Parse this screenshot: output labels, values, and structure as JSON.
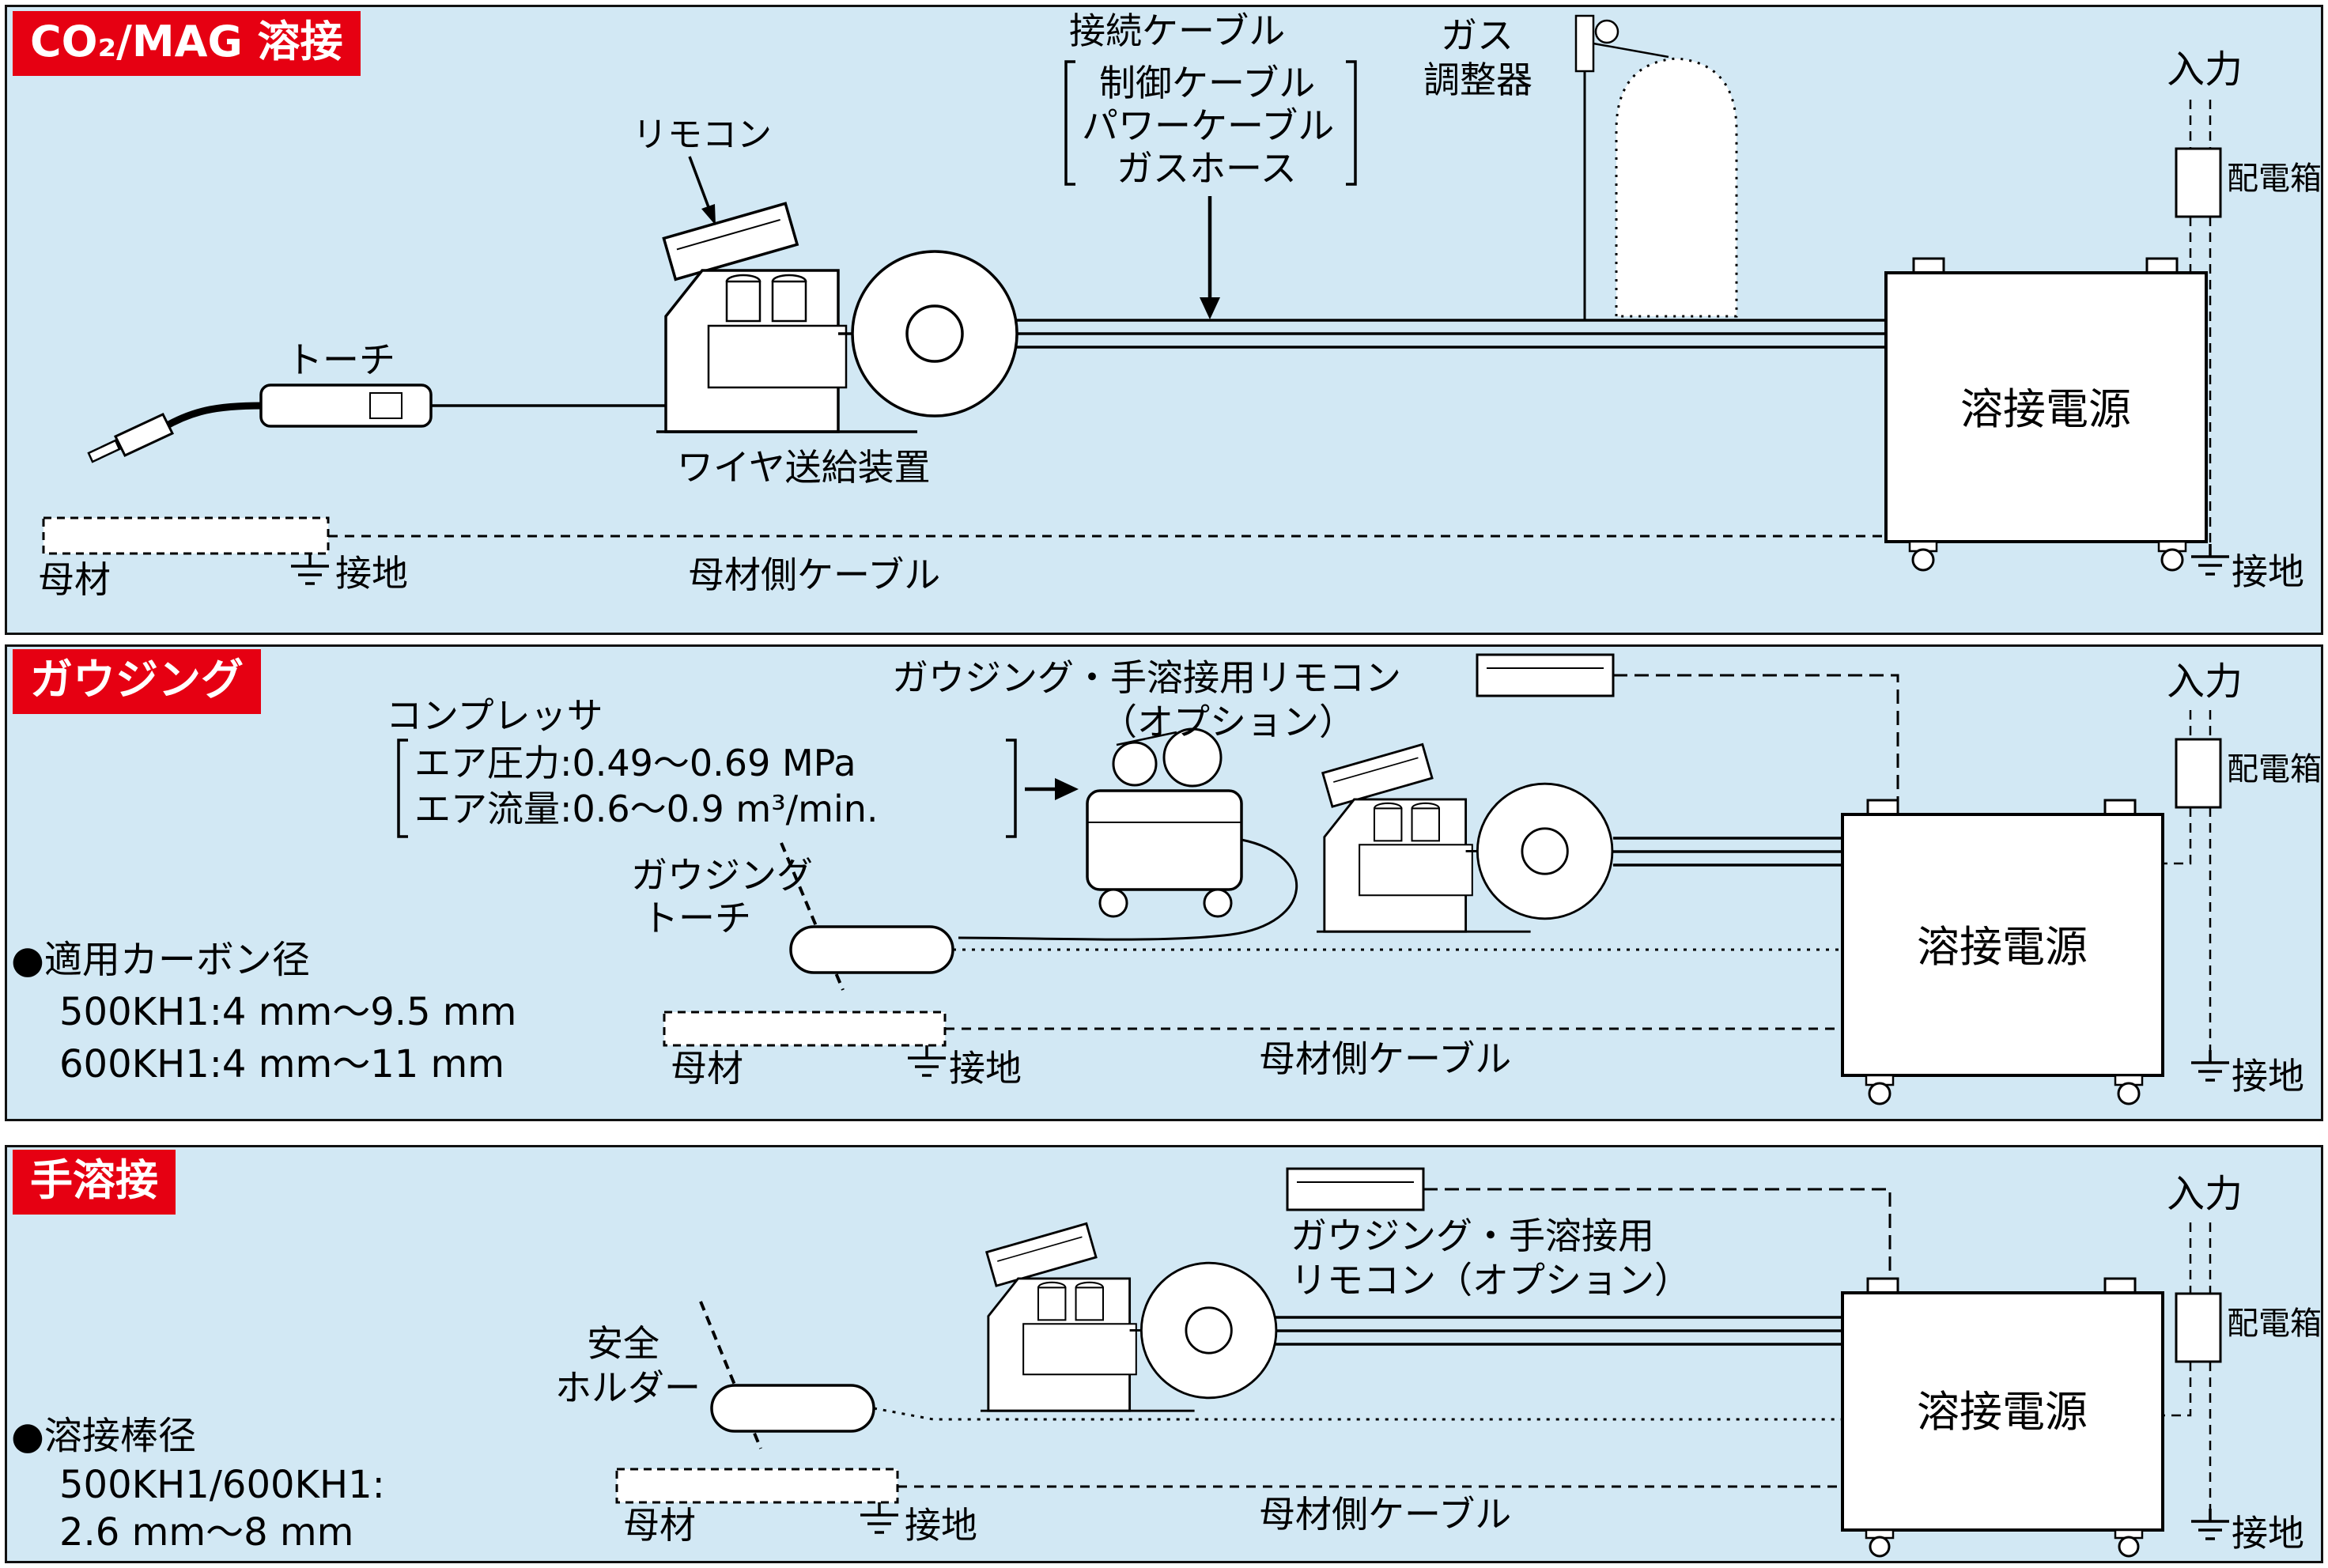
{
  "colors": {
    "panel_bg": "#d2e8f4",
    "badge_bg": "#e60012",
    "badge_text": "#ffffff",
    "line": "#000000"
  },
  "panels": [
    {
      "title": "CO₂/MAG 溶接",
      "labels": {
        "remote": "リモコン",
        "torch": "トーチ",
        "connection_cable": "接続ケーブル",
        "control_cable": "制御ケーブル",
        "power_cable": "パワーケーブル",
        "gas_hose": "ガスホース",
        "gas": "ガス",
        "regulator": "調整器",
        "input": "入力",
        "distribution_box": "配電箱",
        "wire_feeder": "ワイヤ送給装置",
        "power_source": "溶接電源",
        "base_metal": "母材",
        "ground_left": "接地",
        "base_cable": "母材側ケーブル",
        "ground_right": "接地"
      }
    },
    {
      "title": "ガウジング",
      "labels": {
        "compressor": "コンプレッサ",
        "air_pressure": "エア圧力:0.49〜0.69 MPa",
        "air_flow": "エア流量:0.6〜0.9 m³/min.",
        "remote_option_line1": "ガウジング・手溶接用リモコン",
        "remote_option_line2": "（オプション）",
        "gouging_line1": "ガウジング",
        "gouging_line2": "トーチ",
        "carbon_title": "●適用カーボン径",
        "carbon_spec1": "500KH1:4 mm〜9.5 mm",
        "carbon_spec2": "600KH1:4 mm〜11 mm",
        "input": "入力",
        "distribution_box": "配電箱",
        "power_source": "溶接電源",
        "base_metal": "母材",
        "ground_left": "接地",
        "base_cable": "母材側ケーブル",
        "ground_right": "接地"
      }
    },
    {
      "title": "手溶接",
      "labels": {
        "remote_option_line1": "ガウジング・手溶接用",
        "remote_option_line2": "リモコン（オプション）",
        "holder_line1": "安全",
        "holder_line2": "ホルダー",
        "rod_title": "●溶接棒径",
        "rod_spec1": "500KH1/600KH1:",
        "rod_spec2": "2.6 mm〜8 mm",
        "input": "入力",
        "distribution_box": "配電箱",
        "power_source": "溶接電源",
        "base_metal": "母材",
        "ground_left": "接地",
        "base_cable": "母材側ケーブル",
        "ground_right": "接地"
      }
    }
  ]
}
